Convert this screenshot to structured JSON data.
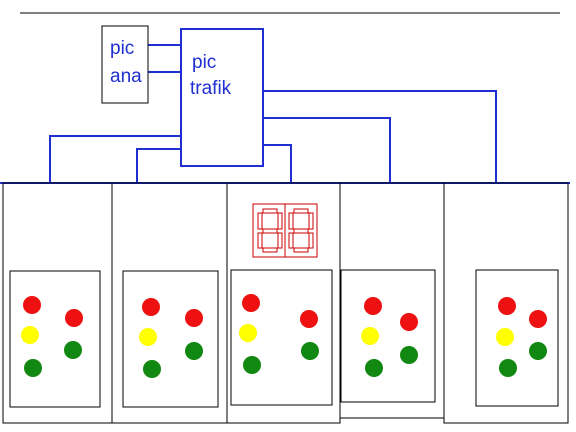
{
  "labels": {
    "pic_ana_line1": "pic",
    "pic_ana_line2": "ana",
    "pic_trafik_line1": "pic",
    "pic_trafik_line2": "trafik"
  },
  "colors": {
    "wire": "#1f2fd0",
    "box": "#000000",
    "led_red": "#ee1111",
    "led_yellow": "#ffff00",
    "led_green": "#118811",
    "segment": "#cc0000"
  },
  "display": {
    "digits": 2,
    "shown": "88 (unlit outline)"
  }
}
